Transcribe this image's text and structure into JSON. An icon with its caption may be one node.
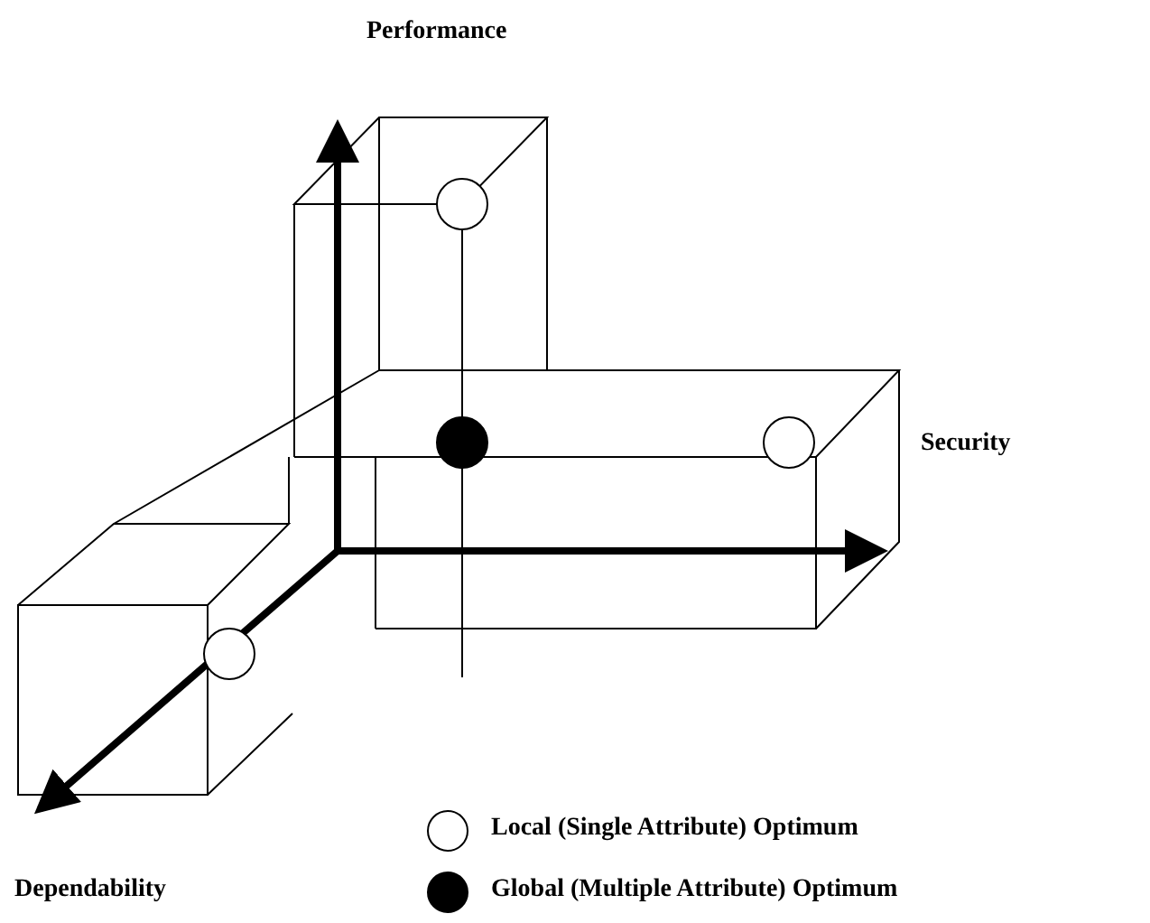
{
  "diagram": {
    "labels": [
      "Performance",
      "Security",
      "Dependability"
    ],
    "legend": [
      {
        "text": "Local (Single Attribute) Optimum",
        "color": "#ffffff"
      },
      {
        "text": "Global (Multiple Attribute) Optimum",
        "color": "#000000"
      }
    ]
  }
}
